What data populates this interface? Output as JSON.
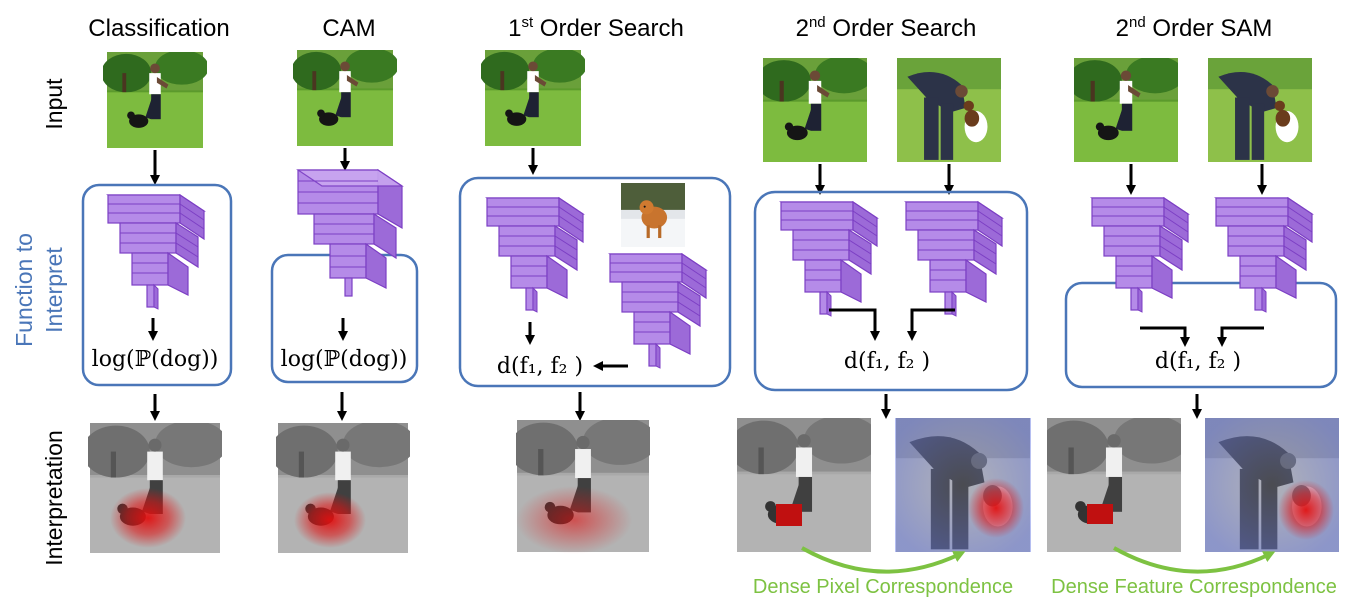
{
  "columns": [
    {
      "title": "Classification",
      "formula": "log(ℙ(dog))"
    },
    {
      "title": "CAM",
      "formula": "log(ℙ(dog))"
    },
    {
      "title_ordinal": "1",
      "title_sup": "st",
      "title_rest": " Order Search",
      "formula": "d(f₁, f₂ )"
    },
    {
      "title_ordinal": "2",
      "title_sup": "nd",
      "title_rest": " Order Search",
      "formula": "d(f₁, f₂ )"
    },
    {
      "title_ordinal": "2",
      "title_sup": "nd",
      "title_rest": " Order SAM",
      "formula": "d(f₁, f₂ )"
    }
  ],
  "row_labels": {
    "input": "Input",
    "function_line1": "Function to",
    "function_line2": "Interpret",
    "interpretation": "Interpretation"
  },
  "correspondence": {
    "pixel": "Dense Pixel Correspondence",
    "feature": "Dense Feature Correspondence"
  },
  "colors": {
    "box": "#4a76b8",
    "network": "#b58be8",
    "network_edge": "#7c3fc4",
    "function_label": "#4a76b8",
    "correspondence": "#7dc242",
    "heat": "#e01010"
  }
}
